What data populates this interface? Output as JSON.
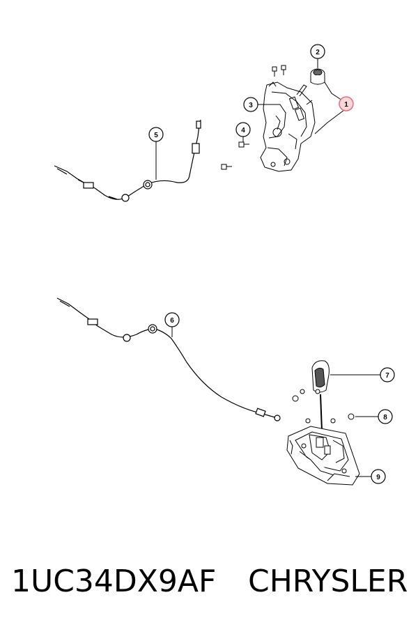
{
  "caption": {
    "part_number": "1UC34DX9AF",
    "brand": "CHRYSLER"
  },
  "callouts": [
    {
      "id": "callout-1",
      "label": "1"
    },
    {
      "id": "callout-2",
      "label": "2"
    },
    {
      "id": "callout-3",
      "label": "3"
    },
    {
      "id": "callout-4",
      "label": "4"
    },
    {
      "id": "callout-5",
      "label": "5"
    },
    {
      "id": "callout-6",
      "label": "6"
    },
    {
      "id": "callout-7",
      "label": "7"
    },
    {
      "id": "callout-8",
      "label": "8"
    },
    {
      "id": "callout-9",
      "label": "9"
    }
  ],
  "colors": {
    "line": "#000000",
    "highlight": "#e0707a",
    "highlight_fill": "#f8d6da"
  }
}
